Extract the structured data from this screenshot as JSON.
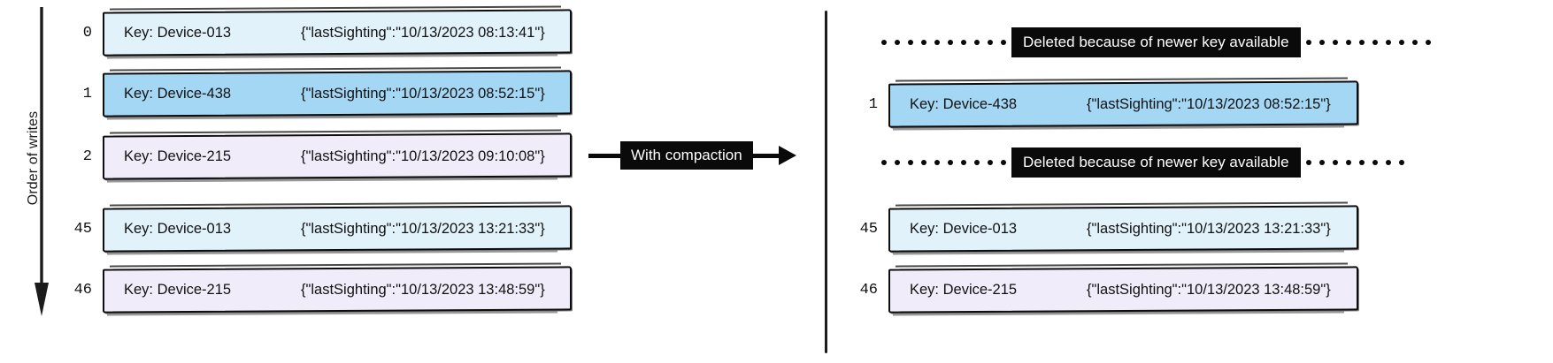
{
  "diagram": {
    "axis_label": "Order of writes",
    "compaction_label": "With compaction",
    "deleted_label": "Deleted because of newer key available"
  },
  "left_panel": {
    "rows": [
      {
        "index": "0",
        "key": "Key: Device-013",
        "value": "{\"lastSighting\":\"10/13/2023 08:13:41\"}",
        "color": "#e2f2fb",
        "swatch": "c-cyan"
      },
      {
        "index": "1",
        "key": "Key: Device-438",
        "value": "{\"lastSighting\":\"10/13/2023 08:52:15\"}",
        "color": "#a4d7f4",
        "swatch": "c-blue"
      },
      {
        "index": "2",
        "key": "Key: Device-215",
        "value": "{\"lastSighting\":\"10/13/2023 09:10:08\"}",
        "color": "#f1ecfa",
        "swatch": "c-lilac"
      },
      {
        "index": "45",
        "key": "Key: Device-013",
        "value": "{\"lastSighting\":\"10/13/2023 13:21:33\"}",
        "color": "#e2f2fb",
        "swatch": "c-cyan"
      },
      {
        "index": "46",
        "key": "Key: Device-215",
        "value": "{\"lastSighting\":\"10/13/2023 13:48:59\"}",
        "color": "#f1ecfa",
        "swatch": "c-lilac"
      }
    ]
  },
  "right_panel": {
    "entries": [
      {
        "kind": "deleted",
        "label": "Deleted because of newer key available"
      },
      {
        "kind": "record",
        "index": "1",
        "key": "Key: Device-438",
        "value": "{\"lastSighting\":\"10/13/2023 08:52:15\"}",
        "color": "#a4d7f4",
        "swatch": "c-blue"
      },
      {
        "kind": "deleted",
        "label": "Deleted because of newer key available"
      },
      {
        "kind": "record",
        "index": "45",
        "key": "Key: Device-013",
        "value": "{\"lastSighting\":\"10/13/2023 13:21:33\"}",
        "color": "#e2f2fb",
        "swatch": "c-cyan"
      },
      {
        "kind": "record",
        "index": "46",
        "key": "Key: Device-215",
        "value": "{\"lastSighting\":\"10/13/2023 13:48:59\"}",
        "color": "#f1ecfa",
        "swatch": "c-lilac"
      }
    ]
  }
}
